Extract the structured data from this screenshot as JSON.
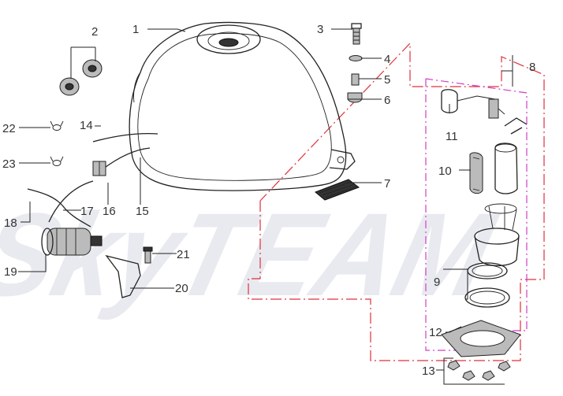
{
  "watermark": "SkyTEAM",
  "callouts": [
    "1",
    "2",
    "3",
    "4",
    "5",
    "6",
    "7",
    "8",
    "9",
    "10",
    "11",
    "12",
    "13",
    "14",
    "15",
    "16",
    "17",
    "18",
    "19",
    "20",
    "21",
    "22",
    "23"
  ],
  "colors": {
    "assembly_frame": "#e0303a",
    "subassembly_frame": "#d03cc8",
    "line": "#222222",
    "watermark": "#dfe3ea"
  }
}
